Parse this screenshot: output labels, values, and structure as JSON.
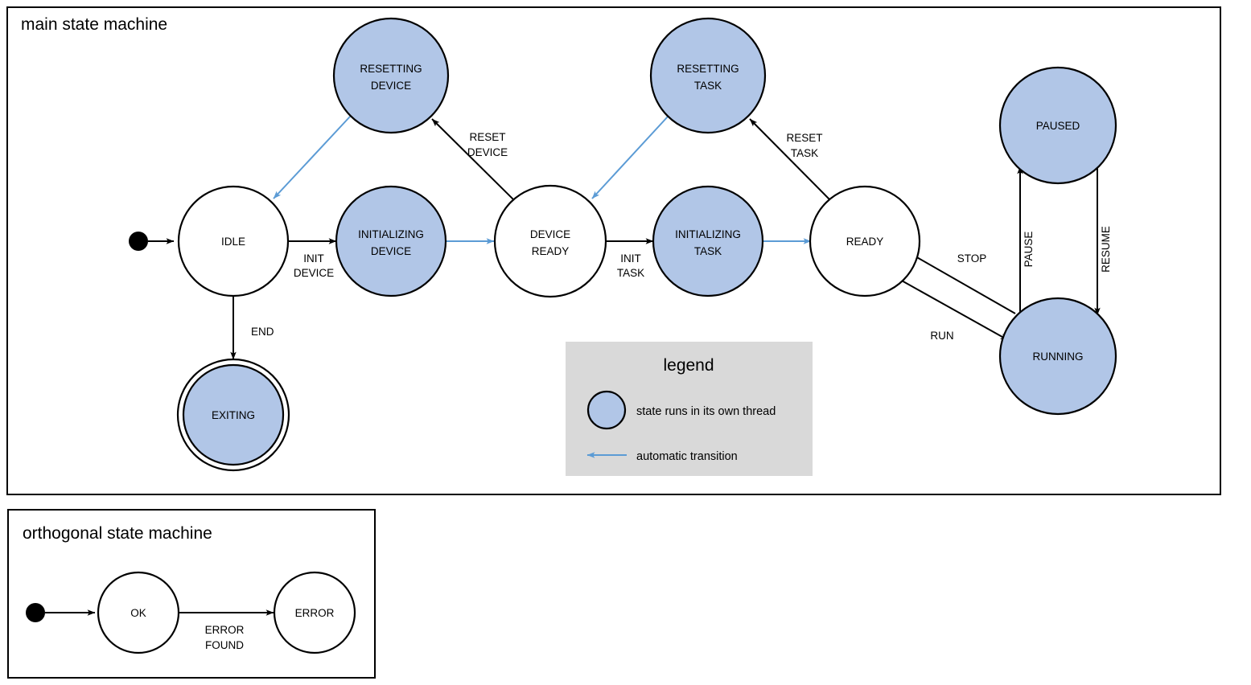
{
  "frames": {
    "main": {
      "title": "main state machine"
    },
    "orthogonal": {
      "title": "orthogonal state machine"
    }
  },
  "colors": {
    "thread_state_fill": "#b1c6e7",
    "plain_state_fill": "#ffffff",
    "stroke": "#000000",
    "automatic_transition": "#5b9bd5",
    "legend_background": "#d9d9d9"
  },
  "main_states": [
    {
      "id": "idle",
      "label_line1": "IDLE",
      "label_line2": "",
      "threaded": false,
      "final": false
    },
    {
      "id": "resetting-device",
      "label_line1": "RESETTING",
      "label_line2": "DEVICE",
      "threaded": true,
      "final": false
    },
    {
      "id": "initializing-device",
      "label_line1": "INITIALIZING",
      "label_line2": "DEVICE",
      "threaded": true,
      "final": false
    },
    {
      "id": "device-ready",
      "label_line1": "DEVICE",
      "label_line2": "READY",
      "threaded": false,
      "final": false
    },
    {
      "id": "resetting-task",
      "label_line1": "RESETTING",
      "label_line2": "TASK",
      "threaded": true,
      "final": false
    },
    {
      "id": "initializing-task",
      "label_line1": "INITIALIZING",
      "label_line2": "TASK",
      "threaded": true,
      "final": false
    },
    {
      "id": "ready",
      "label_line1": "READY",
      "label_line2": "",
      "threaded": false,
      "final": false
    },
    {
      "id": "paused",
      "label_line1": "PAUSED",
      "label_line2": "",
      "threaded": true,
      "final": false
    },
    {
      "id": "running",
      "label_line1": "RUNNING",
      "label_line2": "",
      "threaded": true,
      "final": false
    },
    {
      "id": "exiting",
      "label_line1": "EXITING",
      "label_line2": "",
      "threaded": true,
      "final": true
    }
  ],
  "main_transitions": [
    {
      "id": "start-idle",
      "label_line1": "",
      "label_line2": "",
      "automatic": false
    },
    {
      "id": "init-device",
      "label_line1": "INIT",
      "label_line2": "DEVICE",
      "automatic": false
    },
    {
      "id": "initializing-to-ready",
      "label_line1": "",
      "label_line2": "",
      "automatic": true
    },
    {
      "id": "reset-device",
      "label_line1": "RESET",
      "label_line2": "DEVICE",
      "automatic": false
    },
    {
      "id": "resetting-to-idle",
      "label_line1": "",
      "label_line2": "",
      "automatic": true
    },
    {
      "id": "init-task",
      "label_line1": "INIT",
      "label_line2": "TASK",
      "automatic": false
    },
    {
      "id": "initializing-task-to-ready",
      "label_line1": "",
      "label_line2": "",
      "automatic": true
    },
    {
      "id": "reset-task",
      "label_line1": "RESET",
      "label_line2": "TASK",
      "automatic": false
    },
    {
      "id": "resetting-task-to-device-ready",
      "label_line1": "",
      "label_line2": "",
      "automatic": true
    },
    {
      "id": "run",
      "label_line1": "RUN",
      "label_line2": "",
      "automatic": false
    },
    {
      "id": "stop",
      "label_line1": "STOP",
      "label_line2": "",
      "automatic": false
    },
    {
      "id": "pause",
      "label_line1": "PAUSE",
      "label_line2": "",
      "automatic": false
    },
    {
      "id": "resume",
      "label_line1": "RESUME",
      "label_line2": "",
      "automatic": false
    },
    {
      "id": "end",
      "label_line1": "END",
      "label_line2": "",
      "automatic": false
    }
  ],
  "legend": {
    "title": "legend",
    "items": [
      {
        "id": "threaded-state",
        "label": "state runs in its own thread"
      },
      {
        "id": "automatic-transition",
        "label": "automatic transition"
      }
    ]
  },
  "orthogonal_states": [
    {
      "id": "ok",
      "label": "OK"
    },
    {
      "id": "error",
      "label": "ERROR"
    }
  ],
  "orthogonal_transitions": [
    {
      "id": "start-ok",
      "label_line1": "",
      "label_line2": ""
    },
    {
      "id": "error-found",
      "label_line1": "ERROR",
      "label_line2": "FOUND"
    }
  ]
}
